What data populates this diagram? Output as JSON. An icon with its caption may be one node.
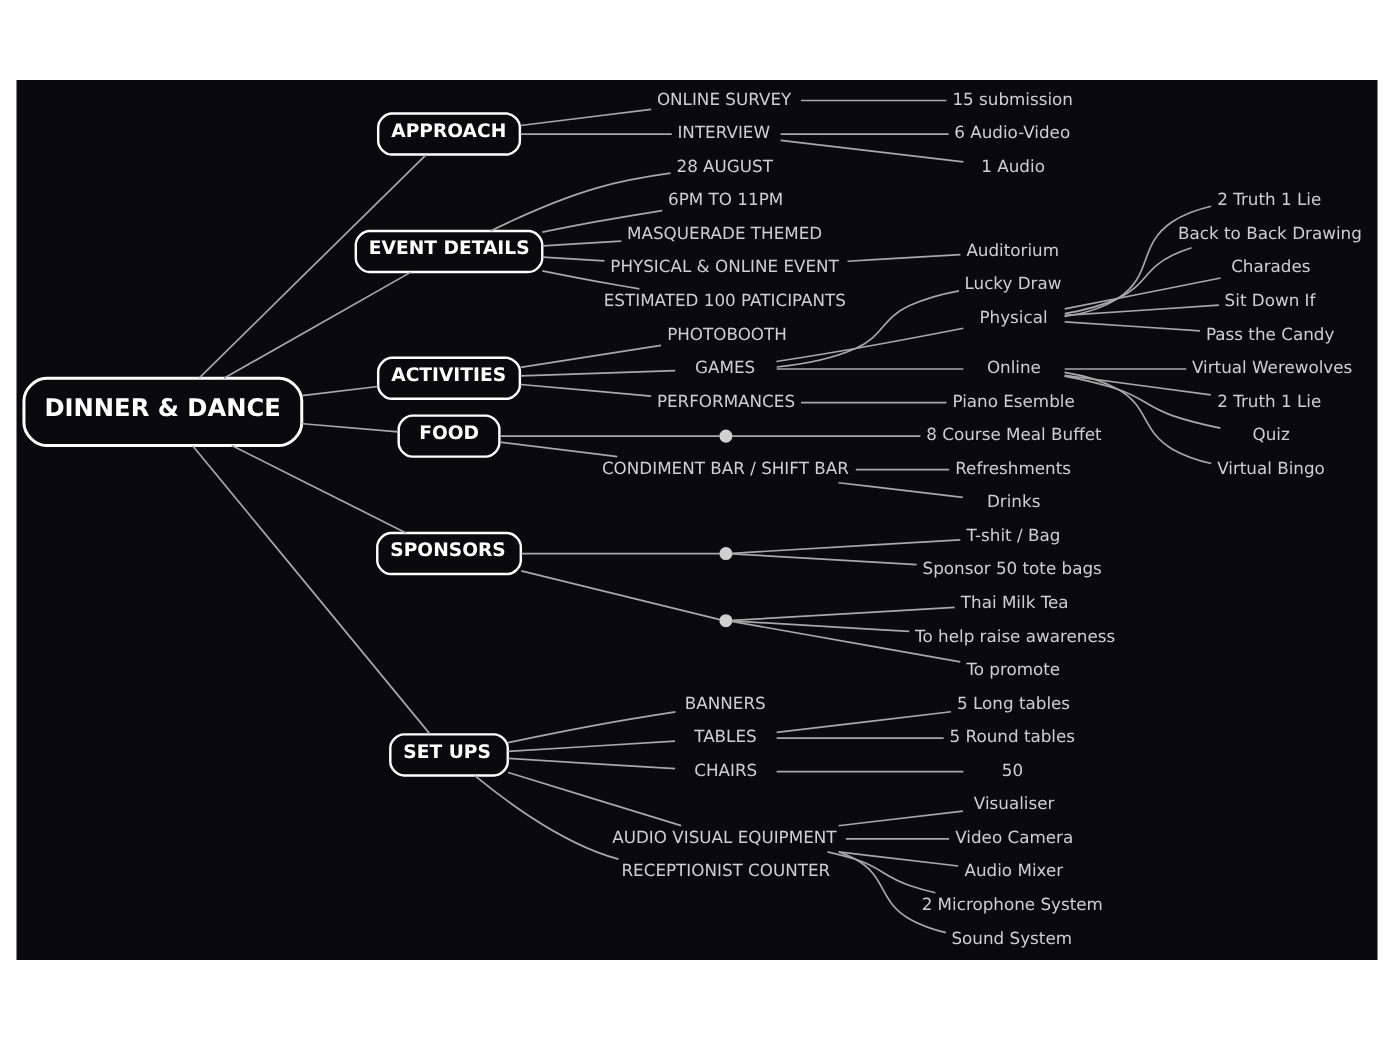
{
  "diagram": {
    "nodes": [
      {
        "text": [
          "DINNER & DANCE"
        ]
      },
      {
        "text": [
          "APPROACH"
        ]
      },
      {
        "text": [
          "EVENT DETAILS"
        ]
      },
      {
        "text": [
          "ACTIVITIES"
        ]
      },
      {
        "text": [
          "FOOD"
        ]
      },
      {
        "text": [
          "SPONSORS"
        ]
      },
      {
        "text": [
          "SET UPS"
        ]
      },
      {
        "text": [
          "ONLINE SURVEY"
        ]
      },
      {
        "text": [
          "15 submission"
        ]
      },
      {
        "text": [
          "INTERVIEW"
        ]
      },
      {
        "text": [
          "6 Audio-Video"
        ]
      },
      {
        "text": [
          "1 Audio"
        ]
      },
      {
        "text": [
          "28 AUGUST"
        ]
      },
      {
        "text": [
          "6PM TO 11PM"
        ]
      },
      {
        "text": [
          "MASQUERADE THEMED"
        ]
      },
      {
        "text": [
          "PHYSICAL & ONLINE EVENT"
        ]
      },
      {
        "text": [
          "Auditorium"
        ]
      },
      {
        "text": [
          "ESTIMATED 100 PATICIPANTS"
        ]
      },
      {
        "text": [
          "PHOTOBOOTH"
        ]
      },
      {
        "text": [
          "GAMES"
        ]
      },
      {
        "text": [
          "Lucky Draw"
        ]
      },
      {
        "text": [
          "Physical"
        ]
      },
      {
        "text": [
          "2 Truth 1 Lie"
        ]
      },
      {
        "text": [
          "Back to Back Drawing"
        ]
      },
      {
        "text": [
          "Charades"
        ]
      },
      {
        "text": [
          "Sit Down If"
        ]
      },
      {
        "text": [
          "Pass the Candy"
        ]
      },
      {
        "text": [
          "Online"
        ]
      },
      {
        "text": [
          "Virtual Werewolves"
        ]
      },
      {
        "text": [
          "2 Truth 1 Lie"
        ]
      },
      {
        "text": [
          "Quiz"
        ]
      },
      {
        "text": [
          "Virtual Bingo"
        ]
      },
      {
        "text": [
          "PERFORMANCES"
        ]
      },
      {
        "text": [
          "Piano Esemble"
        ]
      },
      {
        "text": [],
        "shape": "circle"
      },
      {
        "text": [
          "8 Course Meal Buffet"
        ]
      },
      {
        "text": [
          "CONDIMENT BAR / SHIFT BAR"
        ]
      },
      {
        "text": [
          "Refreshments"
        ]
      },
      {
        "text": [
          "Drinks"
        ]
      },
      {
        "text": [],
        "shape": "circle"
      },
      {
        "text": [
          "T-shit / Bag"
        ]
      },
      {
        "text": [
          "Sponsor 50 tote bags"
        ]
      },
      {
        "text": [],
        "shape": "circle"
      },
      {
        "text": [
          "Thai Milk Tea"
        ]
      },
      {
        "text": [
          "To help raise awareness"
        ]
      },
      {
        "text": [
          "To promote"
        ]
      },
      {
        "text": [
          "BANNERS"
        ]
      },
      {
        "text": [
          "TABLES"
        ]
      },
      {
        "text": [
          "5 Long tables"
        ]
      },
      {
        "text": [
          "5 Round tables"
        ]
      },
      {
        "text": [
          "CHAIRS"
        ]
      },
      {
        "text": [
          "50"
        ]
      },
      {
        "text": [
          "AUDIO VISUAL EQUIPMENT"
        ]
      },
      {
        "text": [
          "Visualiser"
        ]
      },
      {
        "text": [
          "Video Camera"
        ]
      },
      {
        "text": [
          "Audio Mixer"
        ]
      },
      {
        "text": [
          "2 Microphone System"
        ]
      },
      {
        "text": [
          "Sound System"
        ]
      },
      {
        "text": [
          "RECEPTIONIST COUNTER"
        ]
      }
    ],
    "edges": [
      {
        "from": 0,
        "to": 1,
        "arrow": "none"
      },
      {
        "from": 0,
        "to": 2,
        "arrow": "none"
      },
      {
        "from": 0,
        "to": 3,
        "arrow": "none"
      },
      {
        "from": 0,
        "to": 4,
        "arrow": "none"
      },
      {
        "from": 0,
        "to": 5,
        "arrow": "none"
      },
      {
        "from": 0,
        "to": 6,
        "arrow": "none"
      },
      {
        "from": 1,
        "to": 7,
        "arrow": "none"
      },
      {
        "from": 7,
        "to": 8,
        "arrow": "none"
      },
      {
        "from": 1,
        "to": 9,
        "arrow": "none"
      },
      {
        "from": 9,
        "to": 10,
        "arrow": "none"
      },
      {
        "from": 9,
        "to": 11,
        "arrow": "none"
      },
      {
        "from": 2,
        "to": 12,
        "arrow": "none"
      },
      {
        "from": 2,
        "to": 13,
        "arrow": "none"
      },
      {
        "from": 2,
        "to": 14,
        "arrow": "none"
      },
      {
        "from": 2,
        "to": 15,
        "arrow": "none"
      },
      {
        "from": 15,
        "to": 16,
        "arrow": "none"
      },
      {
        "from": 2,
        "to": 17,
        "arrow": "none"
      },
      {
        "from": 3,
        "to": 18,
        "arrow": "none"
      },
      {
        "from": 3,
        "to": 19,
        "arrow": "none"
      },
      {
        "from": 19,
        "to": 20,
        "arrow": "none"
      },
      {
        "from": 19,
        "to": 21,
        "arrow": "none"
      },
      {
        "from": 21,
        "to": 22,
        "arrow": "none"
      },
      {
        "from": 21,
        "to": 23,
        "arrow": "none"
      },
      {
        "from": 21,
        "to": 24,
        "arrow": "none"
      },
      {
        "from": 21,
        "to": 25,
        "arrow": "none"
      },
      {
        "from": 21,
        "to": 26,
        "arrow": "none"
      },
      {
        "from": 19,
        "to": 27,
        "arrow": "none"
      },
      {
        "from": 27,
        "to": 28,
        "arrow": "none"
      },
      {
        "from": 27,
        "to": 29,
        "arrow": "none"
      },
      {
        "from": 27,
        "to": 30,
        "arrow": "none"
      },
      {
        "from": 27,
        "to": 31,
        "arrow": "none"
      },
      {
        "from": 3,
        "to": 32,
        "arrow": "none"
      },
      {
        "from": 32,
        "to": 33,
        "arrow": "none"
      },
      {
        "from": 4,
        "to": 34,
        "arrow": "none"
      },
      {
        "from": 34,
        "to": 35,
        "arrow": "none"
      },
      {
        "from": 4,
        "to": 36,
        "arrow": "none"
      },
      {
        "from": 36,
        "to": 37,
        "arrow": "none"
      },
      {
        "from": 36,
        "to": 38,
        "arrow": "none"
      },
      {
        "from": 5,
        "to": 39,
        "arrow": "none"
      },
      {
        "from": 39,
        "to": 40,
        "arrow": "none"
      },
      {
        "from": 39,
        "to": 41,
        "arrow": "none"
      },
      {
        "from": 5,
        "to": 42,
        "arrow": "none"
      },
      {
        "from": 42,
        "to": 43,
        "arrow": "none"
      },
      {
        "from": 42,
        "to": 44,
        "arrow": "none"
      },
      {
        "from": 42,
        "to": 45,
        "arrow": "none"
      },
      {
        "from": 6,
        "to": 46,
        "arrow": "none"
      },
      {
        "from": 6,
        "to": 47,
        "arrow": "none"
      },
      {
        "from": 47,
        "to": 48,
        "arrow": "none"
      },
      {
        "from": 47,
        "to": 49,
        "arrow": "none"
      },
      {
        "from": 6,
        "to": 50,
        "arrow": "none"
      },
      {
        "from": 50,
        "to": 51,
        "arrow": "none"
      },
      {
        "from": 6,
        "to": 52,
        "arrow": "none"
      },
      {
        "from": 52,
        "to": 53,
        "arrow": "none"
      },
      {
        "from": 52,
        "to": 54,
        "arrow": "none"
      },
      {
        "from": 52,
        "to": 55,
        "arrow": "none"
      },
      {
        "from": 52,
        "to": 56,
        "arrow": "none"
      },
      {
        "from": 52,
        "to": 57,
        "arrow": "none"
      },
      {
        "from": 6,
        "to": 58,
        "arrow": "none"
      }
    ]
  }
}
